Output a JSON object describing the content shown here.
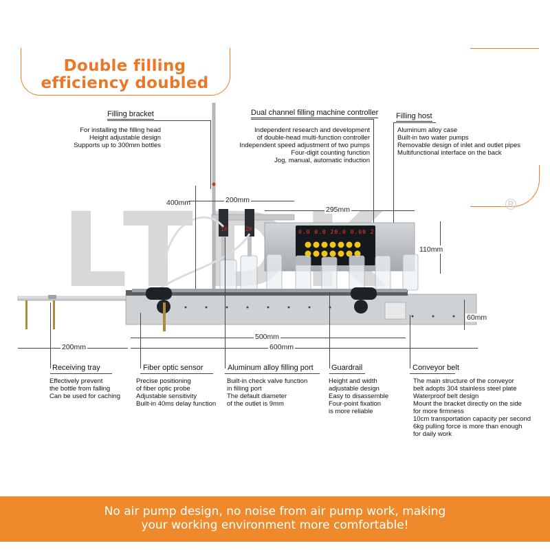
{
  "header": {
    "title_line1": "Double filling",
    "title_line2": "efficiency doubled"
  },
  "watermark": {
    "brand": "LTDK",
    "registered": "®"
  },
  "top_labels": {
    "filling_bracket": {
      "title": "Filling bracket",
      "lines": [
        "For installing the filling head",
        "Height adjustable design",
        "Supports up to 300mm bottles"
      ]
    },
    "controller": {
      "title": "Dual channel filling machine controller",
      "lines": [
        "Independent research and development",
        "of double-head multi-function controller",
        "Independent speed adjustment of two pumps",
        "Four-digit counting function",
        "Jog, manual, automatic induction"
      ]
    },
    "filling_host": {
      "title": "Filling host",
      "lines": [
        "Aluminum alloy case",
        "Built-in two water pumps",
        "Removable design of inlet and outlet pipes",
        "Multifunctional interface on the back"
      ]
    }
  },
  "dimensions": {
    "d400": "400mm",
    "d200_top": "200mm",
    "d295": "295mm",
    "d110": "110mm",
    "d60": "60mm",
    "d200_bottom": "200mm",
    "d500": "500mm",
    "d600": "600mm"
  },
  "head_marks": {
    "h1": "1#",
    "h2": "2#"
  },
  "controller_display": {
    "readout": "0.0 0.0 20.0 0.00 2"
  },
  "bottom_labels": {
    "receiving_tray": {
      "title": "Receiving tray",
      "lines": [
        "Effectively prevent",
        "the bottle from falling",
        "Can be used for caching"
      ]
    },
    "fiber_optic": {
      "title": "Fiber optic sensor",
      "lines": [
        "Precise positioning",
        "of fiber optic probe",
        "Adjustable sensitivity",
        "Built-in 40ms delay function"
      ]
    },
    "filling_port": {
      "title": "Aluminum alloy filling port",
      "lines": [
        "Built-in check valve function",
        "in filling port",
        "The default diameter",
        "of the outlet is 9mm"
      ]
    },
    "guardrail": {
      "title": "Guardrail",
      "lines": [
        "Height and width",
        "adjustable design",
        "Easy to disassemble",
        "Four-point fixation",
        "is more reliable"
      ]
    },
    "conveyor_belt": {
      "title": "Conveyor belt",
      "lines": [
        "The main structure of the conveyor",
        "belt adopts 304 stainless steel plate",
        "Waterproof belt design",
        "Mount the bracket directly on the side",
        "for more firmness",
        "10cm transportation capacity per second",
        "6kg pulling force is more than enough",
        "for daily work"
      ]
    }
  },
  "footer": {
    "line1": "No air pump design, no noise from air pump work, making",
    "line2": "your working environment more comfortable!"
  },
  "colors": {
    "accent": "#ee8a2b",
    "title_orange": "#e8792a",
    "led_red": "#ff3a2a"
  }
}
